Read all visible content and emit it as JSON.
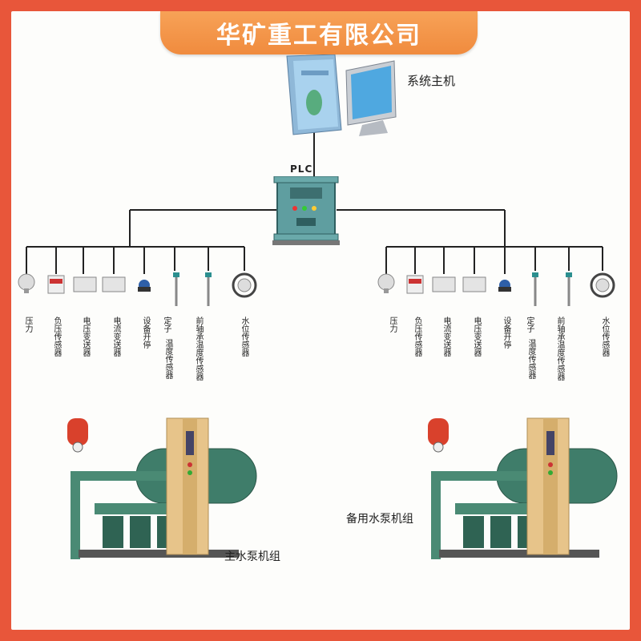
{
  "banner": {
    "title": "华矿重工有限公司"
  },
  "host": {
    "label": "系统主机"
  },
  "plc": {
    "label": "PLC"
  },
  "sensor_groups": [
    {
      "labels": [
        "压力",
        "负压传感器",
        "电压变送器",
        "电流变送器",
        "设备开停",
        "定子",
        "温度传感器",
        "前轴承温度传感器",
        "水位传感器"
      ]
    },
    {
      "labels": [
        "压力",
        "负压传感器",
        "电流变送器",
        "电压变送器",
        "设备开停",
        "定子",
        "温度传感器",
        "前轴承温度传感器",
        "水位传感器"
      ]
    }
  ],
  "pumps": {
    "main_label": "主水泵机组",
    "backup_label": "备用水泵机组"
  },
  "colors": {
    "frame": "#e8563a",
    "banner": "#f08b3e",
    "cabinet": "#5f9ea0",
    "pump_green": "#3f7d6a",
    "wire": "#222222"
  }
}
